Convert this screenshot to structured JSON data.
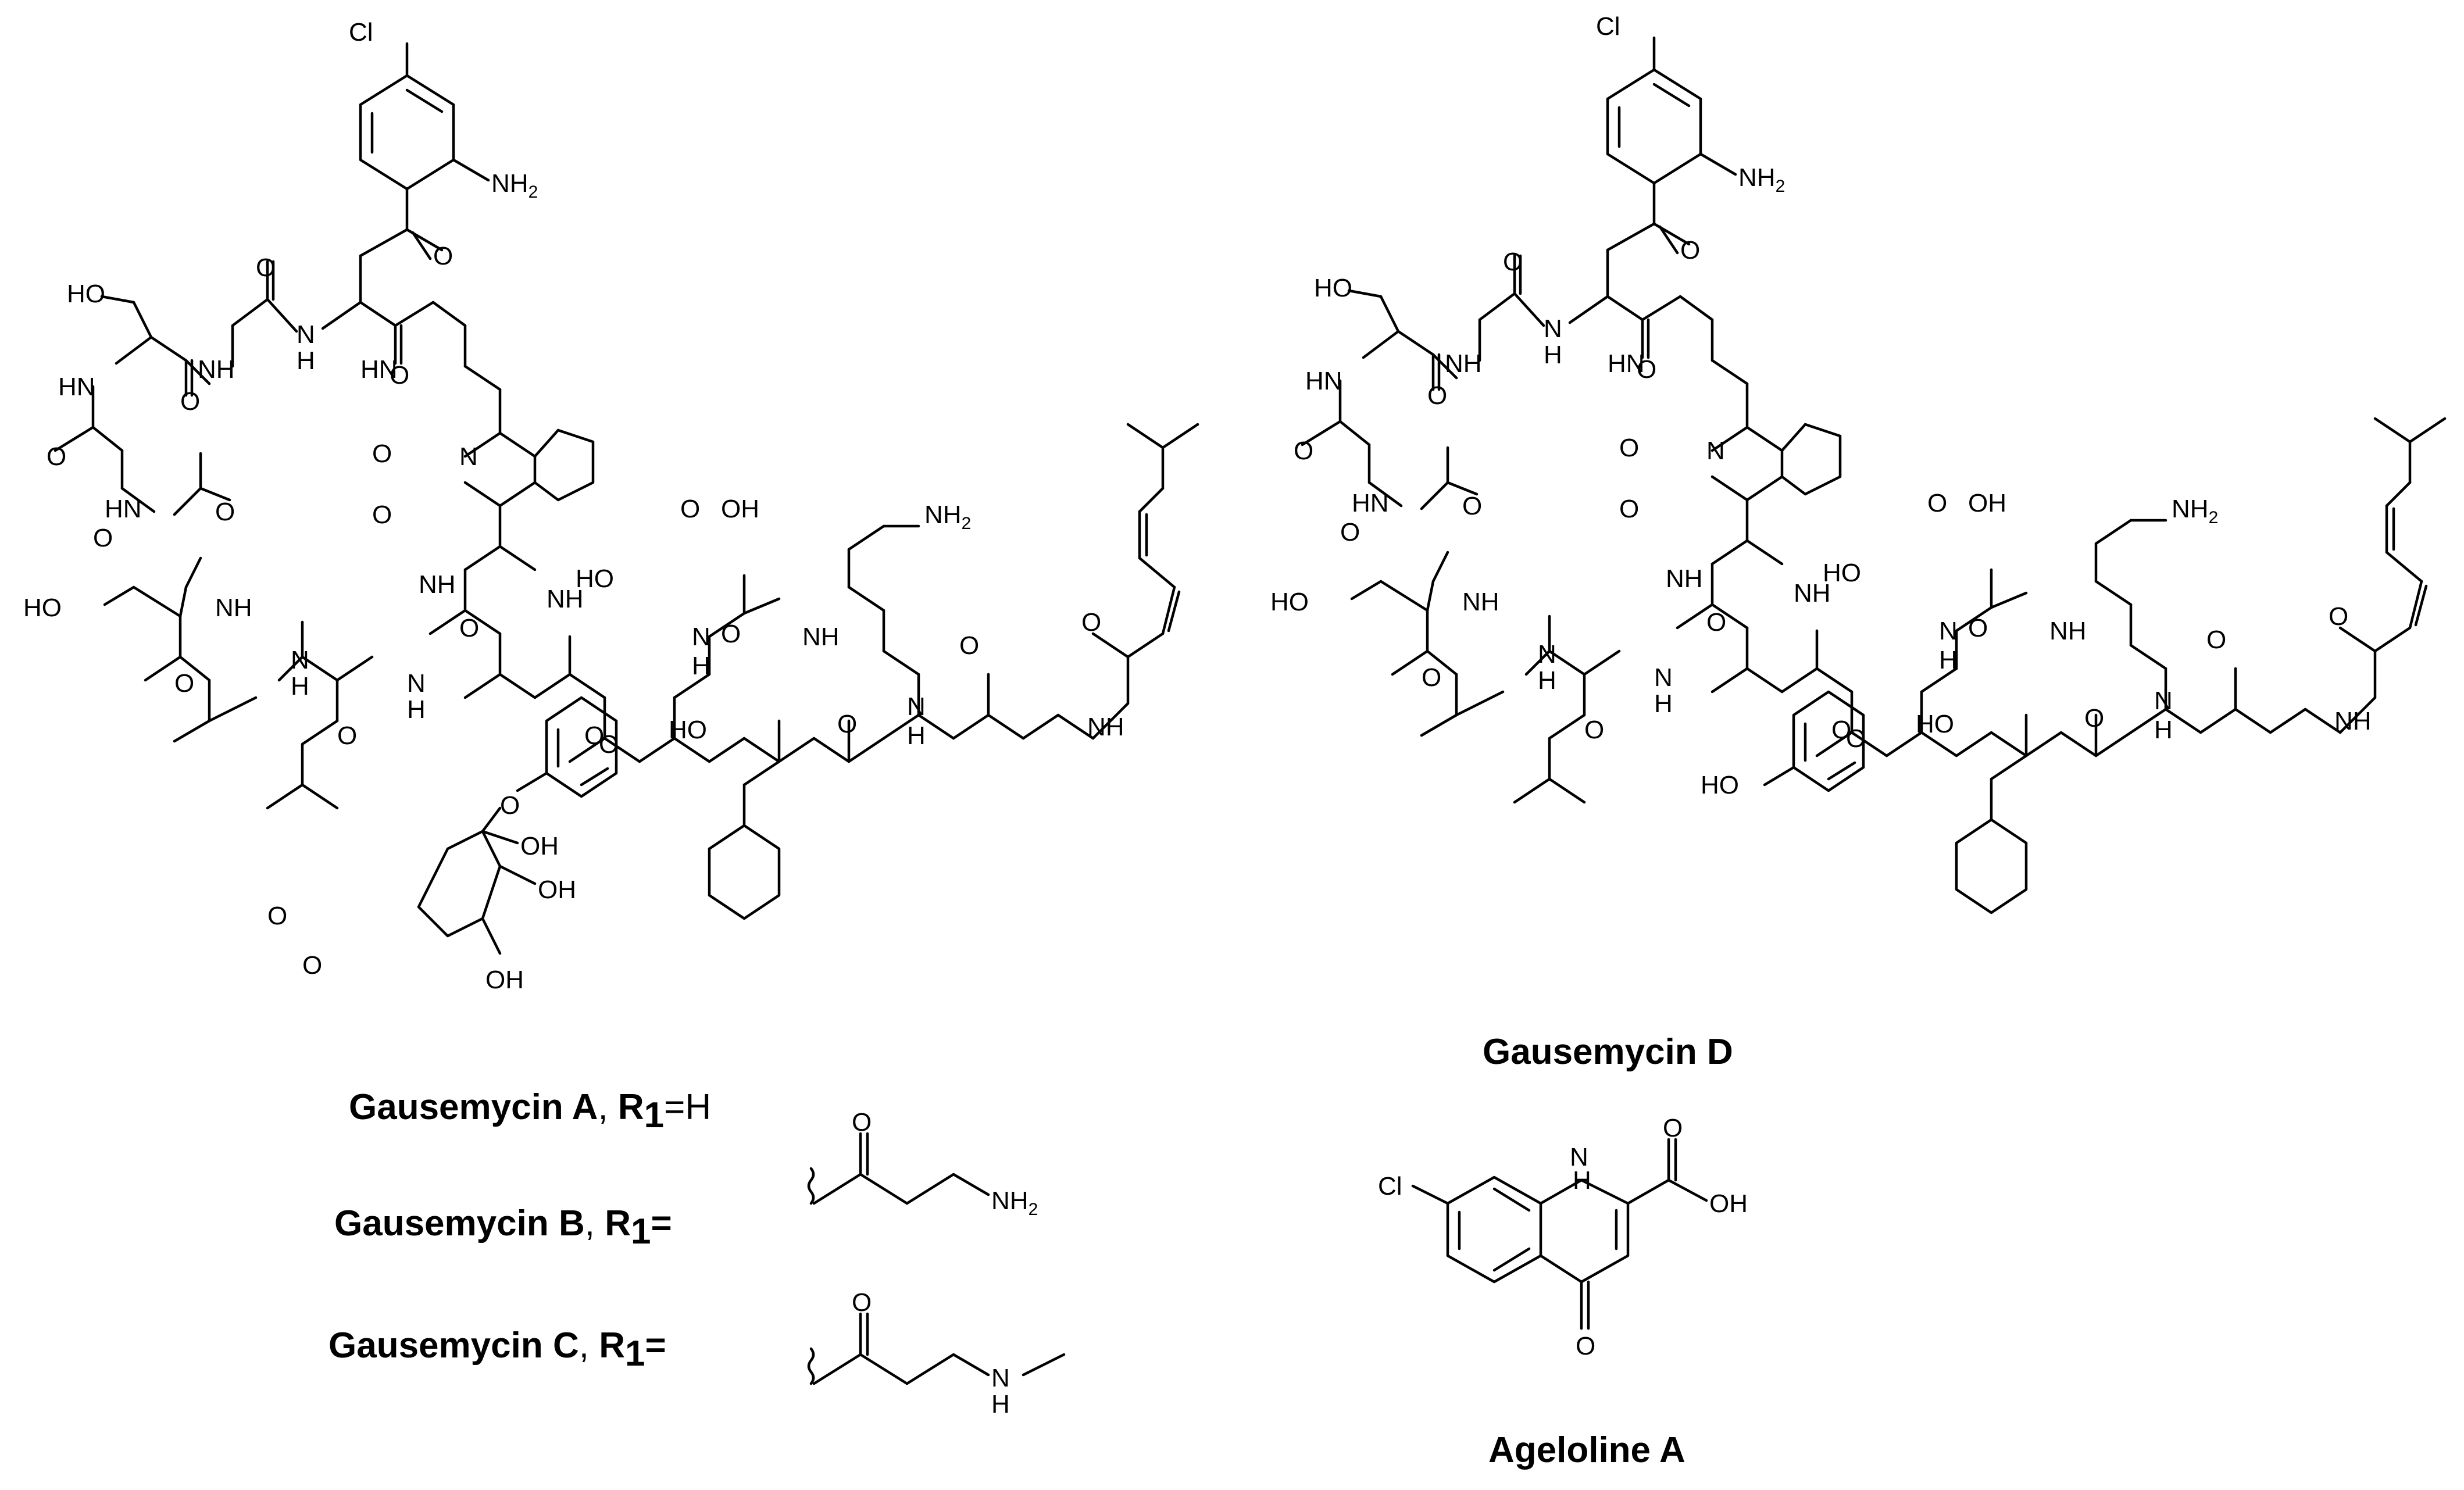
{
  "compounds": [
    {
      "id": "gausemycin-a",
      "name": "Gausemycin A",
      "r_label": "R",
      "r_sub": "1",
      "r_value": "=H"
    },
    {
      "id": "gausemycin-b",
      "name": "Gausemycin B",
      "r_label": "R",
      "r_sub": "1",
      "r_value": "="
    },
    {
      "id": "gausemycin-c",
      "name": "Gausemycin C",
      "r_label": "R",
      "r_sub": "1",
      "r_value": "="
    },
    {
      "id": "gausemycin-d",
      "name": "Gausemycin D"
    },
    {
      "id": "ageloline-a",
      "name": "Ageloline A"
    }
  ],
  "atoms": {
    "cl": "Cl",
    "nh2": "NH",
    "two": "2",
    "o": "O",
    "oh": "OH",
    "ho": "HO",
    "nh": "NH",
    "hn": "HN",
    "n": "N",
    "h": "H"
  }
}
